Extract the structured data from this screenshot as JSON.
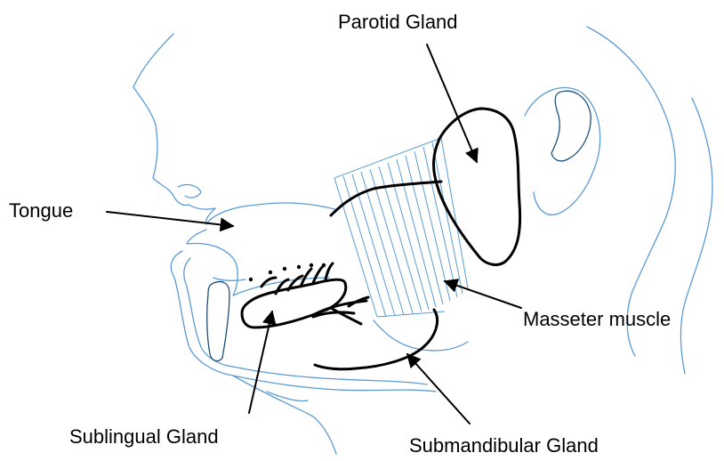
{
  "labels": {
    "parotid": "Parotid Gland",
    "tongue": "Tongue",
    "masseter": "Masseter muscle",
    "sublingual": "Sublingual Gland",
    "submandibular": "Submandibular Gland"
  },
  "colors": {
    "sketch": "#5b9bd5",
    "sketch_dark": "#1f4e79",
    "gland": "#000000",
    "text": "#000000",
    "background": "#ffffff"
  }
}
